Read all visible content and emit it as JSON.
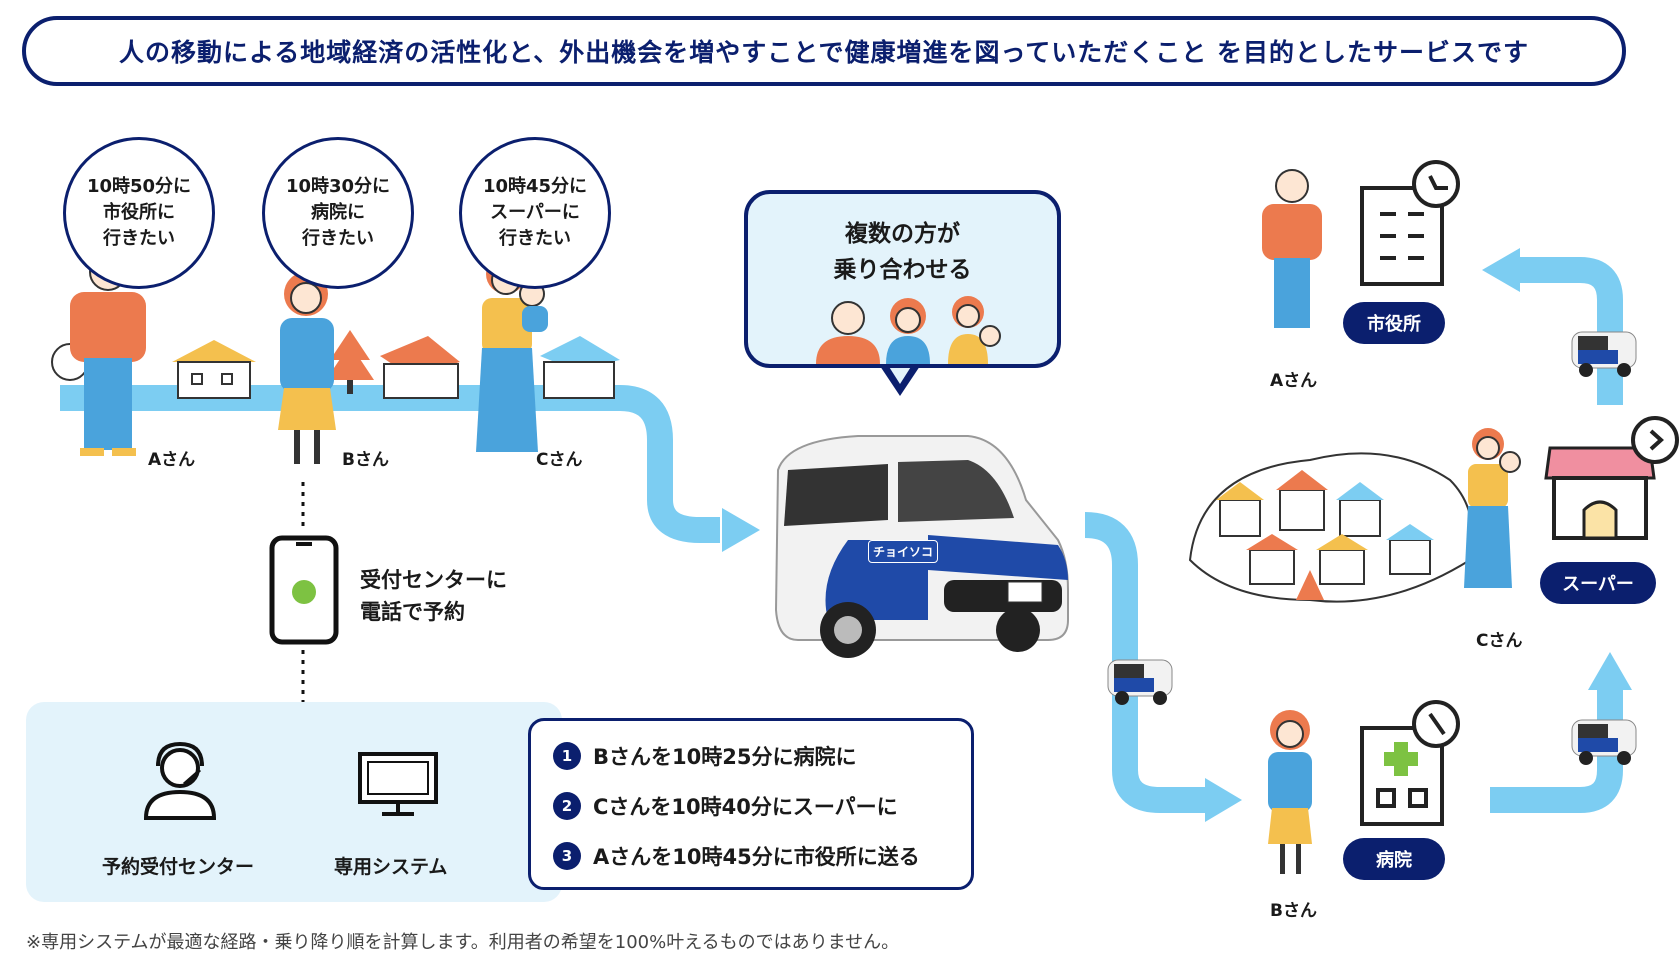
{
  "header": {
    "title": "人の移動による地域経済の活性化と、外出機会を増やすことで健康増進を図っていただくこと を目的としたサービスです"
  },
  "wishes": [
    {
      "line1": "10時50分に",
      "line2": "市役所に",
      "line3": "行きたい"
    },
    {
      "line1": "10時30分に",
      "line2": "病院に",
      "line3": "行きたい"
    },
    {
      "line1": "10時45分に",
      "line2": "スーパーに",
      "line3": "行きたい"
    }
  ],
  "persons": {
    "a": "Aさん",
    "b": "Bさん",
    "c": "Cさん"
  },
  "speech": {
    "line1": "複数の方が",
    "line2": "乗り合わせる"
  },
  "phone": {
    "line1": "受付センターに",
    "line2": "電話で予約"
  },
  "panel": {
    "center_label": "予約受付センター",
    "system_label": "専用システム"
  },
  "steps": [
    {
      "num": "1",
      "text": "Bさんを10時25分に病院に"
    },
    {
      "num": "2",
      "text": "Cさんを10時40分にスーパーに"
    },
    {
      "num": "3",
      "text": "Aさんを10時45分に市役所に送る"
    }
  ],
  "destinations": {
    "city_hall": "市役所",
    "supermarket": "スーパー",
    "hospital": "病院"
  },
  "car": {
    "logo": "チョイソコ"
  },
  "footnote": "※専用システムが最適な経路・乗り降り順を計算します。利用者の希望を100%叶えるものではありません。",
  "colors": {
    "navy": "#0b1f6e",
    "route": "#7ccdf2",
    "panel_bg": "#e3f3fb",
    "orange": "#ec7a4e",
    "blue": "#4aa3dc",
    "yellow": "#f4c04e"
  }
}
